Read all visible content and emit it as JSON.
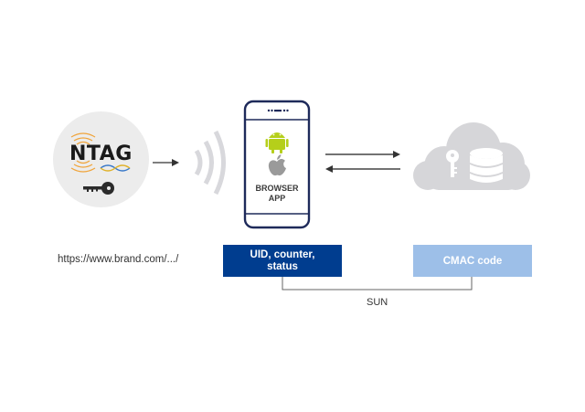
{
  "tag": {
    "brand": "NTAG",
    "icons": [
      "nfc-wave-icon",
      "dna-icon",
      "key-icon"
    ]
  },
  "phone": {
    "app_label_line1": "BROWSER",
    "app_label_line2": "APP",
    "icons": [
      "android-icon",
      "apple-icon"
    ]
  },
  "cloud": {
    "icons": [
      "key-icon",
      "database-icon"
    ]
  },
  "url_text": "https://www.brand.com/.../",
  "uid_box": {
    "line1": "UID, counter,",
    "line2": "status"
  },
  "cmac_box": {
    "label": "CMAC code"
  },
  "bracket_label": "SUN",
  "colors": {
    "uid_box": "#003d8f",
    "cmac_box": "#9dbfe8",
    "phone_outline": "#1e2a5a",
    "android": "#b5cf1a",
    "apple": "#9a9a9a",
    "cloud": "#d6d6d9",
    "wave_orange": "#f0a43a"
  }
}
